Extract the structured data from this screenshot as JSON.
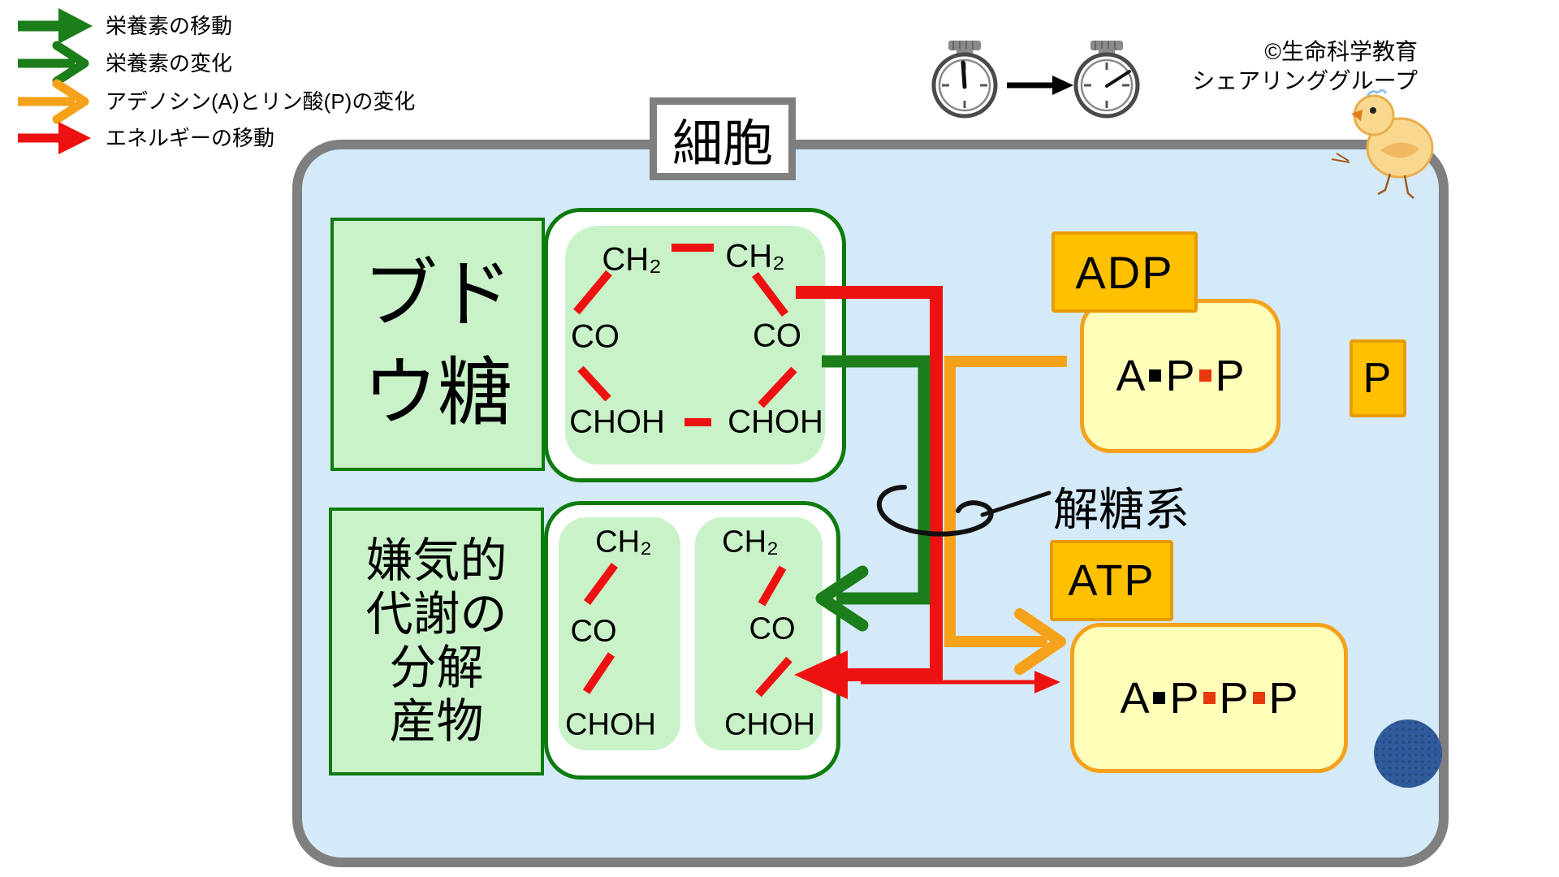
{
  "legend": {
    "items": [
      {
        "label": "栄養素の移動",
        "color": "#1B7E1B",
        "style": "solid-head"
      },
      {
        "label": "栄養素の変化",
        "color": "#1B7E1B",
        "style": "open-head"
      },
      {
        "label": "アデノシン(A)とリン酸(P)の変化",
        "color": "#F5A11A",
        "style": "open-head"
      },
      {
        "label": "エネルギーの移動",
        "color": "#EE1111",
        "style": "solid-head"
      }
    ]
  },
  "cell": {
    "label": "細胞"
  },
  "glucose": {
    "label": "ブドウ糖",
    "label_lines": [
      "ブド",
      "ウ糖"
    ],
    "ring": {
      "top_left": "CH₂",
      "top_right": "CH₂",
      "mid_left": "CO",
      "mid_right": "CO",
      "bottom_left": "CHOH",
      "bottom_right": "CHOH"
    }
  },
  "products": {
    "label": "嫌気的代謝の分解産物",
    "label_lines": [
      "嫌気的",
      "代謝の",
      "分解",
      "産物"
    ],
    "molecules": [
      {
        "atoms": [
          "CH₂",
          "CO",
          "CHOH"
        ]
      },
      {
        "atoms": [
          "CH₂",
          "CO",
          "CHOH"
        ]
      }
    ]
  },
  "glycolysis": {
    "label": "解糖系"
  },
  "adp": {
    "label": "ADP",
    "formula": [
      "A",
      "P",
      "P"
    ],
    "bond_colors": [
      "black",
      "red"
    ]
  },
  "atp": {
    "label": "ATP",
    "formula": [
      "A",
      "P",
      "P",
      "P"
    ],
    "bond_colors": [
      "black",
      "red",
      "red"
    ]
  },
  "phosphate": {
    "label": "P"
  },
  "copyright": {
    "line1": "©生命科学教育",
    "line2": "シェアリンググループ"
  },
  "icons": {
    "stopwatch_before": "stopwatch-icon",
    "stopwatch_after": "stopwatch-icon",
    "time_arrow": "arrow-right-icon",
    "chick": "chick-icon",
    "blue_dot_circle": "dotted-circle-icon"
  },
  "colors": {
    "cell_fill": "#D5EAF8",
    "membrane_gray": "#7F7F7F",
    "green_fill": "#C9F2C9",
    "green_border": "#0E7B0E",
    "arrow_green": "#1B7E1B",
    "arrow_orange": "#F5A11A",
    "arrow_red": "#EE1111",
    "tag_orange": "#FFC000",
    "yellow_fill": "#FFFFB9",
    "bond_red": "#EE1111",
    "blue_circle": "#2F5B9C"
  }
}
